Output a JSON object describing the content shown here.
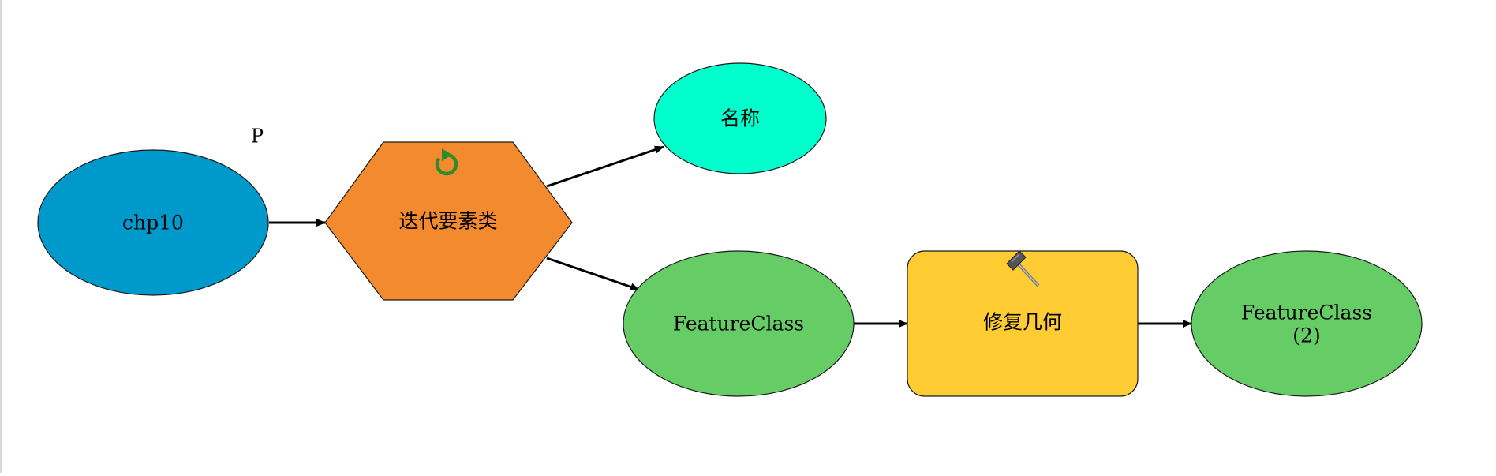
{
  "nodes": {
    "input": {
      "label": "chp10",
      "kind": "data",
      "color": "#0099cc"
    },
    "iterator": {
      "label": "迭代要素类",
      "kind": "iterator-tool",
      "color": "#f48a2e",
      "icon": "iterate-icon"
    },
    "name_out": {
      "label": "名称",
      "kind": "value",
      "color": "#00ffcc"
    },
    "feature_class": {
      "label": "FeatureClass",
      "kind": "data",
      "color": "#66cc66"
    },
    "repair": {
      "label": "修复几何",
      "kind": "tool",
      "color": "#ffcc33",
      "icon": "hammer-icon"
    },
    "feature_class_2": {
      "label_line1": "FeatureClass",
      "label_line2": "(2)",
      "kind": "data",
      "color": "#66cc66"
    }
  },
  "parameter_marker": "P",
  "edges": [
    {
      "from": "chp10",
      "to": "迭代要素类"
    },
    {
      "from": "迭代要素类",
      "to": "名称"
    },
    {
      "from": "迭代要素类",
      "to": "FeatureClass"
    },
    {
      "from": "FeatureClass",
      "to": "修复几何"
    },
    {
      "from": "修复几何",
      "to": "FeatureClass (2)"
    }
  ]
}
